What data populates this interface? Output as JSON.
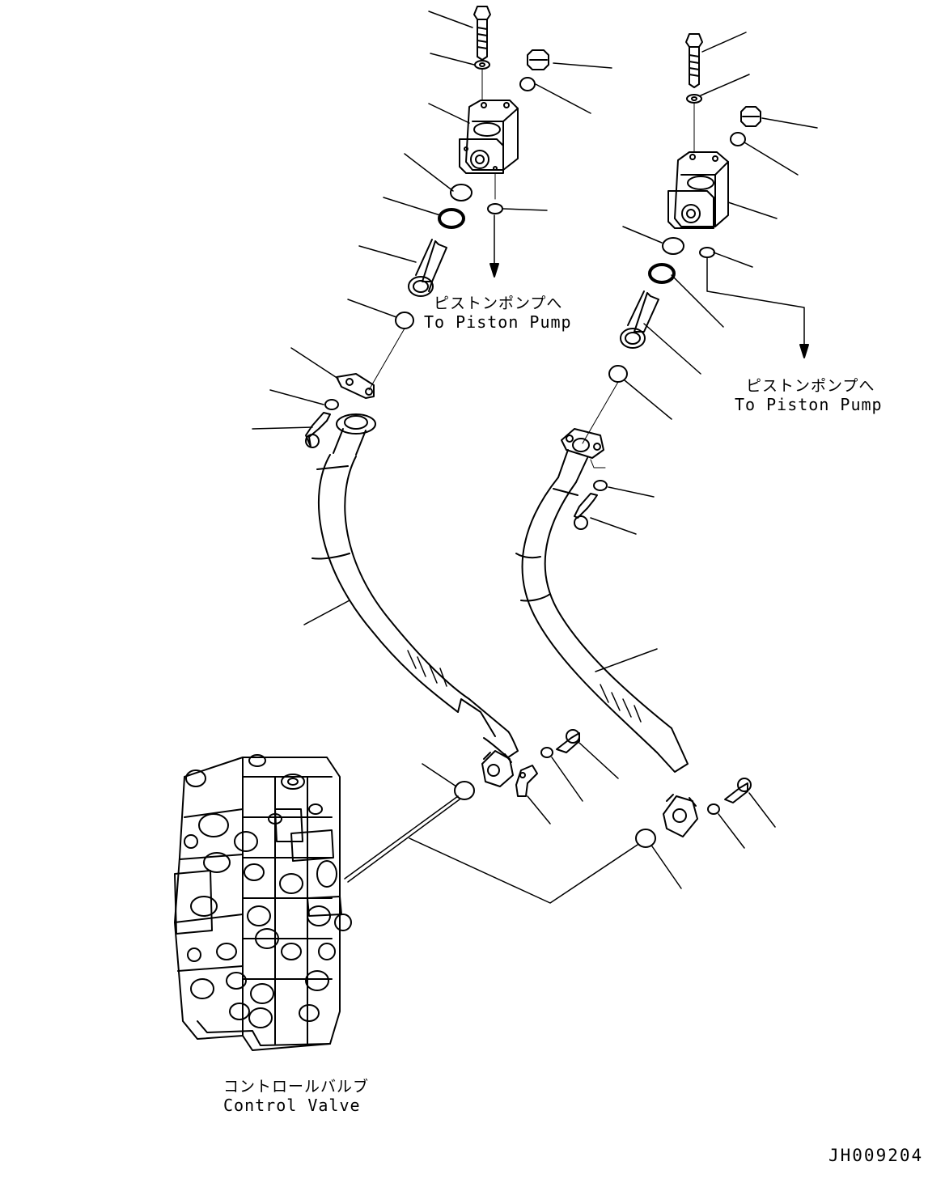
{
  "labels": {
    "pump_left_jp": "ピストンポンプへ",
    "pump_left_en": "To Piston Pump",
    "pump_right_jp": "ピストンポンプへ",
    "pump_right_en": "To Piston Pump",
    "valve_jp": "コントロールバルブ",
    "valve_en": "Control Valve"
  },
  "drawing_ref": "JH009204"
}
